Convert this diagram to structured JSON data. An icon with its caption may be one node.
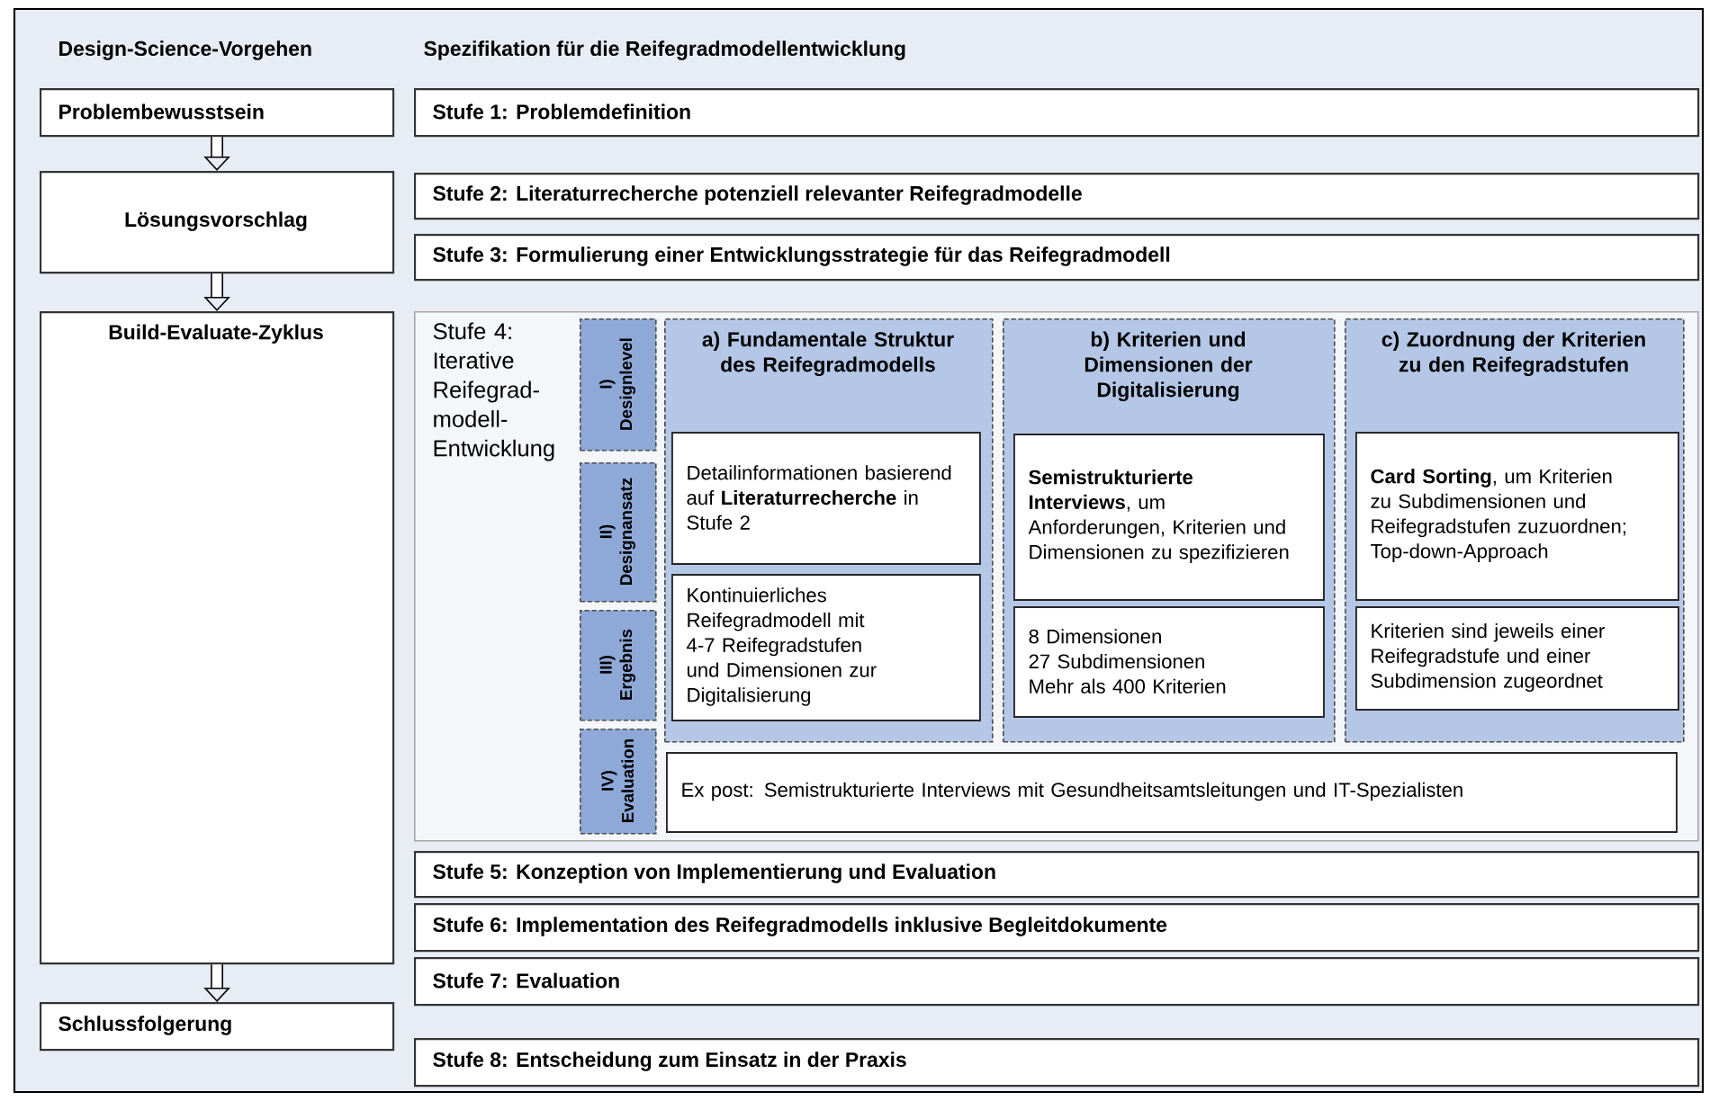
{
  "diagram": {
    "nodes": [
      {
        "text": [
          "Problembewusstsein"
        ]
      },
      {
        "text": [
          "Stufe 1: Problemdefinition"
        ]
      },
      {
        "text": [
          "Lösungsvorschlag"
        ]
      },
      {
        "text": [
          "Stufe 2: Literaturrecherche potenziell relevanter Reifegradmodelle"
        ]
      },
      {
        "text": [
          "Stufe 3: Formulierung einer Entwicklungsstrategie für das Reifegradmodell"
        ]
      },
      {
        "text": [
          "Build-Evaluate-Zyklus"
        ]
      },
      {
        "text": [
          "Stufe 4: Iterative Reifegrad- modell- Entwicklung"
        ]
      },
      {
        "text": [
          "I)",
          "Designlevel"
        ],
        "in": 6
      },
      {
        "text": [
          "II)",
          "Designansatz"
        ],
        "in": 6
      },
      {
        "text": [
          "III)",
          "Ergebnis"
        ],
        "in": 6
      },
      {
        "text": [
          "IV)",
          "Evaluation"
        ],
        "in": 6
      },
      {
        "text": [
          "a) Fundamentale Struktur des Reifegradmodells"
        ],
        "in": 6
      },
      {
        "text": [
          "Detailinformationen basierend auf **Literaturrecherche** in Stufe 2"
        ],
        "in": 11
      },
      {
        "text": [
          "Kontinuierliches Reifegradmodell mit 4-7 Reifegradstufen und Dimensionen zur Digitalisierung"
        ],
        "in": 11
      },
      {
        "text": [
          "b) Kriterien und Dimensionen der Digitalisierung"
        ],
        "in": 6
      },
      {
        "text": [
          "**Semistrukturierte Interviews**, um Anforderungen, Kriterien und Dimensionen zu spezifizieren"
        ],
        "in": 14
      },
      {
        "text": [
          "8 Dimensionen",
          "27 Subdimensionen",
          "Mehr als 400 Kriterien"
        ],
        "in": 14
      },
      {
        "text": [
          "c) Zuordnung der Kriterien zu den Reifegradstufen"
        ],
        "in": 6
      },
      {
        "text": [
          "**Card Sorting**, um Kriterien zu Subdimensionen und Reifegradstufen zuzuordnen;",
          "Top-down-Approach"
        ],
        "in": 17
      },
      {
        "text": [
          "Kriterien sind jeweils einer Reifegradstufe und einer Subdimension zugeordnet"
        ],
        "in": 17
      },
      {
        "text": [
          "Ex post: Semistrukturierte Interviews mit Gesundheitsamtsleitungen und IT-Spezialisten"
        ],
        "in": 6
      },
      {
        "text": [
          "Stufe 5: Konzeption von Implementierung und Evaluation"
        ]
      },
      {
        "text": [
          "Stufe 6: Implementation des Reifegradmodells inklusive Begleitdokumente"
        ]
      },
      {
        "text": [
          "Stufe 7: Evaluation"
        ]
      },
      {
        "text": [
          "Schlussfolgerung"
        ]
      },
      {
        "text": [
          "Stufe 8: Entscheidung zum Einsatz in der Praxis"
        ]
      }
    ],
    "edges": [
      {
        "from": 0,
        "to": 2,
        "arrow": "to"
      },
      {
        "from": 2,
        "to": 5,
        "arrow": "to"
      },
      {
        "from": 5,
        "to": 24,
        "arrow": "to"
      }
    ],
    "labels": [
      "Design-Science-Vorgehen",
      "Spezifikation für die Reifegradmodellentwicklung"
    ]
  }
}
